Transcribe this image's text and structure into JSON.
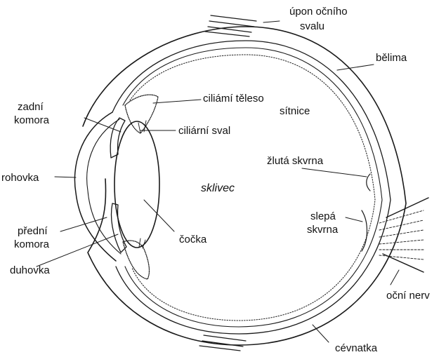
{
  "labels": {
    "upon_line1": "úpon očního",
    "upon_line2": "svalu",
    "belima": "bělima",
    "ciliami_teleso": "ciliámí těleso",
    "sitnice": "sítnice",
    "zadni_line1": "zadní",
    "zadni_line2": "komora",
    "ciliarni_sval": "ciliární sval",
    "zluta_skvrna": "žlutá skvrna",
    "rohovka": "rohovka",
    "sklivec": "sklivec",
    "slepa_line1": "slepá",
    "slepa_line2": "skvrna",
    "predni_line1": "přední",
    "predni_line2": "komora",
    "cocka": "čočka",
    "duhovka": "duhovka",
    "ocni_nerv": "oční nerv",
    "cevnatka": "cévnatka"
  }
}
